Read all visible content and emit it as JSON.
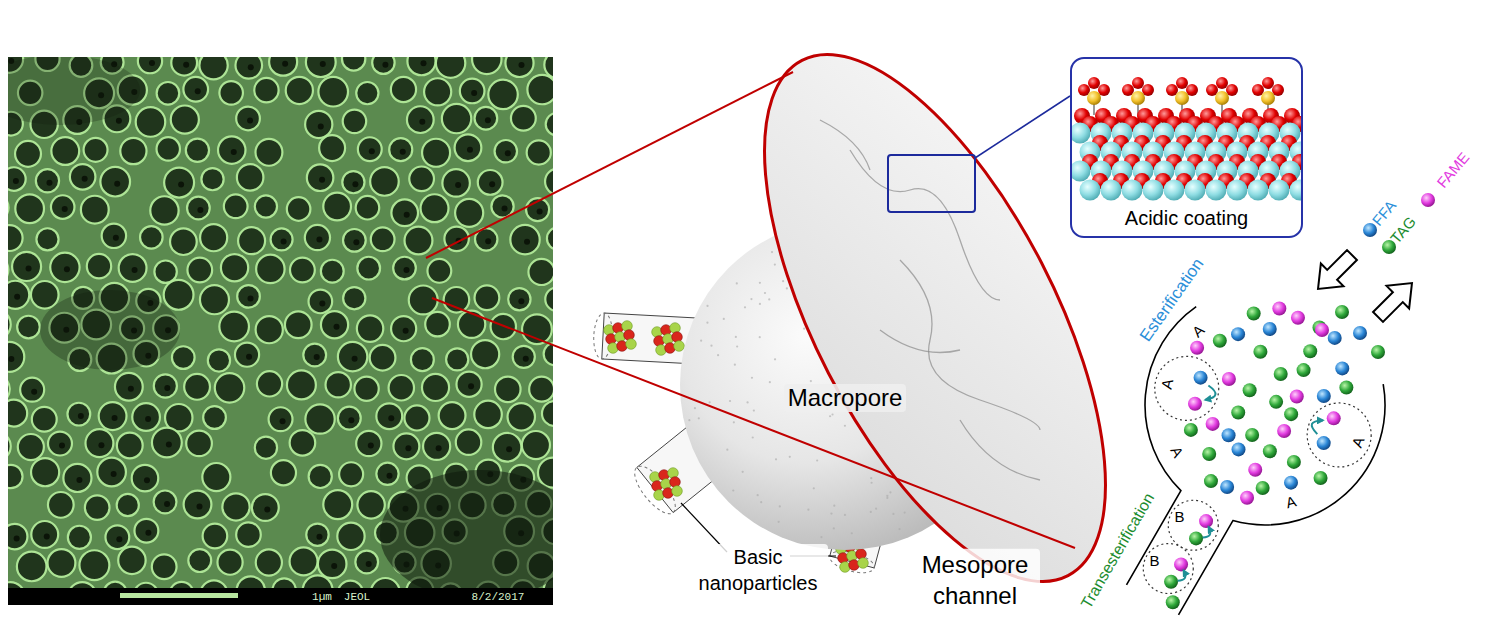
{
  "diagram": {
    "nodes": [
      {
        "text": [
          "Macropore"
        ]
      },
      {
        "text": [
          "Acidic coating"
        ]
      }
    ],
    "labels": [
      "1µm",
      "JEOL",
      "8/2/2017",
      "Basic nanoparticles",
      "Mesopore channel",
      "Esterification",
      "Transesterification",
      "A",
      "A",
      "A",
      "A",
      "A",
      "B",
      "B",
      "FFA",
      "TAG",
      "FAME"
    ]
  }
}
